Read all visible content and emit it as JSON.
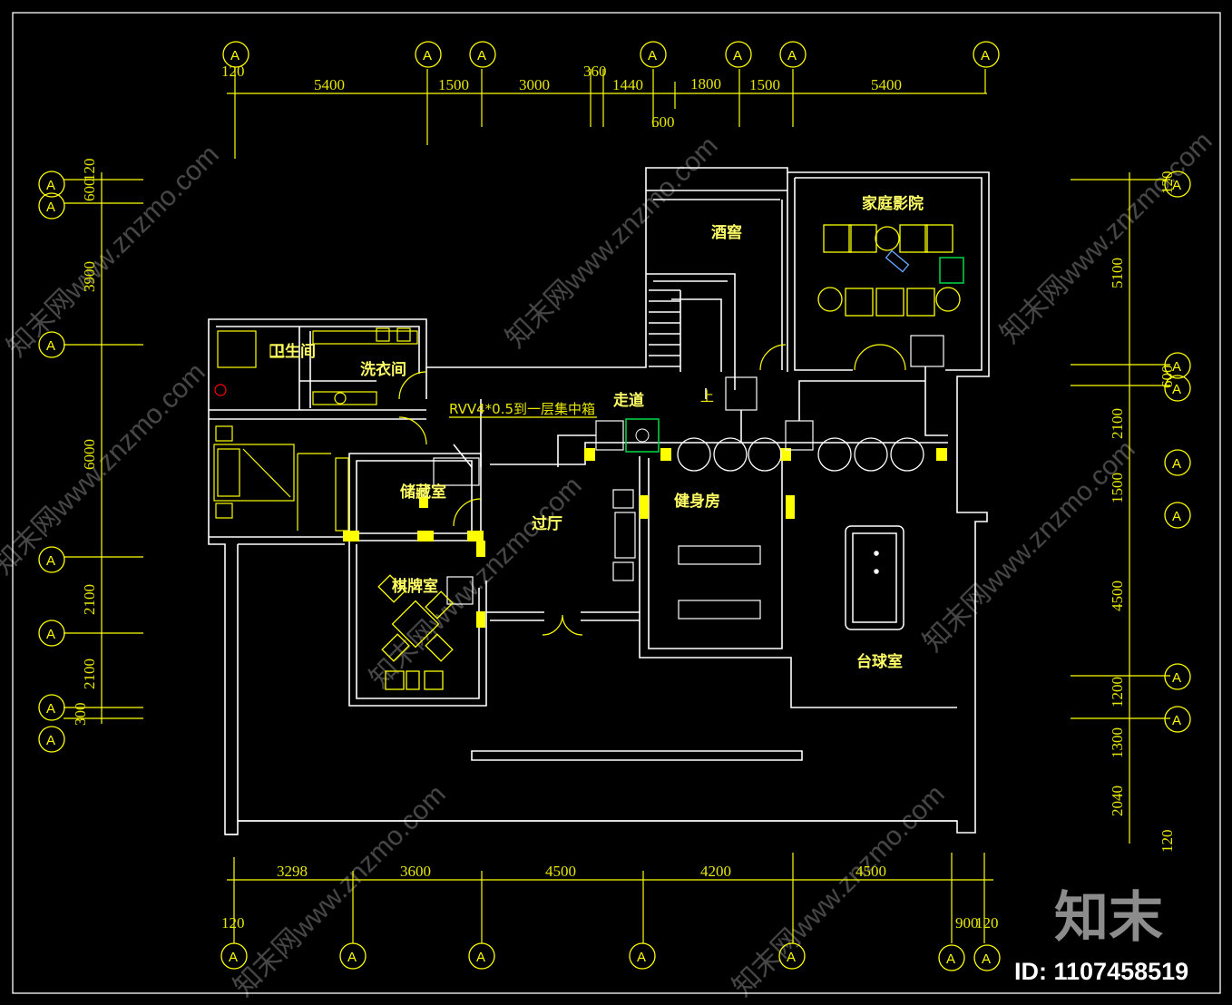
{
  "drawing": {
    "background": "#000000",
    "line_color": "#ffff00",
    "wall_color": "#ffffff",
    "equip_color": "#00cc44",
    "accent_red": "#ff0000"
  },
  "axis_label": "A",
  "dims": {
    "top": [
      "120",
      "5400",
      "1500",
      "3000",
      "360",
      "1440",
      "600",
      "1800",
      "1500",
      "5400"
    ],
    "bottom": [
      "3298",
      "3600",
      "4500",
      "4200",
      "4500",
      "120",
      "900",
      "120"
    ],
    "left": [
      "600",
      "120",
      "3900",
      "6000",
      "2100",
      "2100",
      "300"
    ],
    "right": [
      "120",
      "5100",
      "600",
      "2100",
      "1500",
      "4500",
      "1200",
      "1300",
      "2040",
      "120"
    ]
  },
  "rooms": {
    "bathroom": "卫生间",
    "laundry": "洗衣间",
    "wine_cellar": "酒窖",
    "home_theater": "家庭影院",
    "corridor": "走道",
    "storage": "储藏室",
    "hall": "过厅",
    "gym": "健身房",
    "chess_room": "棋牌室",
    "billiards": "台球室",
    "stairs_up": "上"
  },
  "note": "RVV4*0.5到一层集中箱",
  "watermark": {
    "url_text": "知末网www.znzmo.com",
    "logo": "知末",
    "id_text": "ID: 1107458519"
  }
}
